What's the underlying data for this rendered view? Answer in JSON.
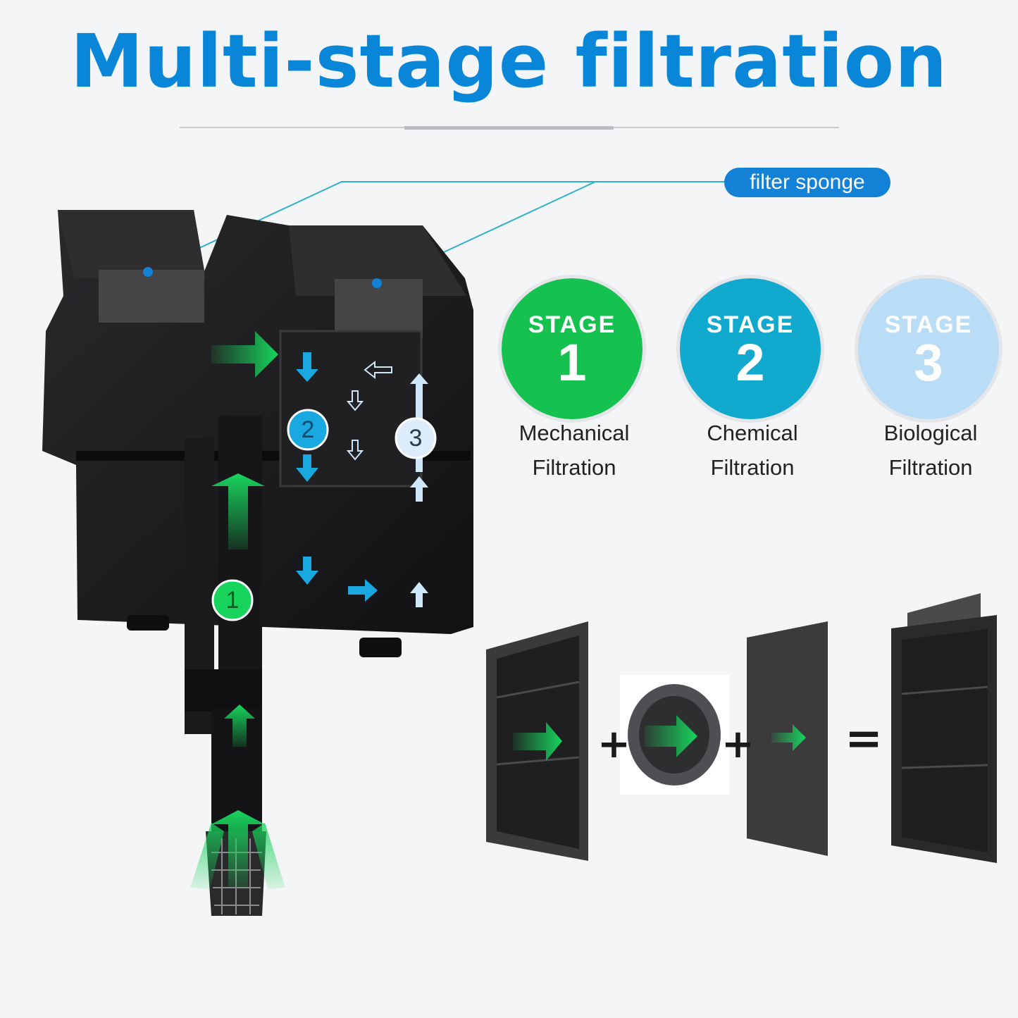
{
  "title": "Multi-stage filtration",
  "callout_label": "filter sponge",
  "flow_markers": [
    "1",
    "2",
    "3"
  ],
  "stages": [
    {
      "word": "STAGE",
      "number": "1",
      "label_line1": "Mechanical",
      "label_line2": "Filtration",
      "color": "#15c14f"
    },
    {
      "word": "STAGE",
      "number": "2",
      "label_line1": "Chemical",
      "label_line2": "Filtration",
      "color": "#12a9cf"
    },
    {
      "word": "STAGE",
      "number": "3",
      "label_line1": "Biological",
      "label_line2": "Filtration",
      "color": "#b9dcf7"
    }
  ],
  "equation": {
    "plus": "+",
    "equals": "="
  },
  "colors": {
    "title": "#0a86d8",
    "callout": "#1381d6",
    "callout_line": "#2fb0c8",
    "flow_green": "#18d45c",
    "flow_blue": "#19a8e0",
    "flow_light": "#cfe7fb",
    "unit_body": "#1c1c1e"
  },
  "icons": [
    "green-flow-arrow-icon",
    "blue-flow-arrow-icon",
    "light-flow-arrow-icon",
    "plus-icon",
    "equals-icon"
  ]
}
